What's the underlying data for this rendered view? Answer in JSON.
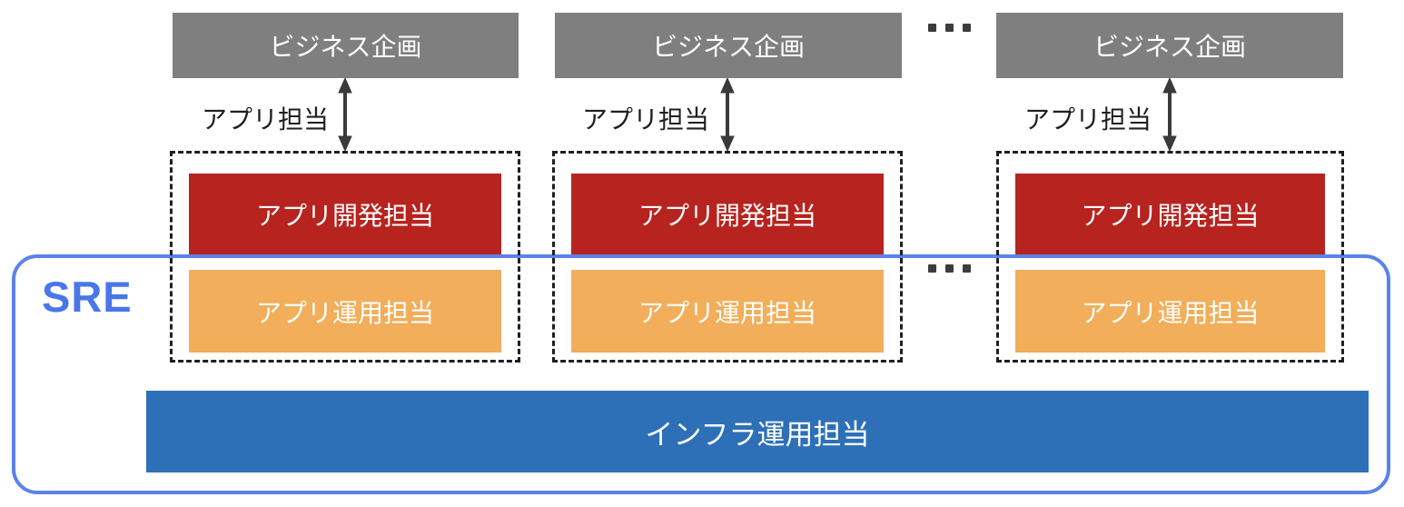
{
  "colors": {
    "gray": "#7F7F7F",
    "red": "#B7231F",
    "orange": "#F2AE5A",
    "infra-blue": "#2E70B7",
    "sre-border": "#5B82EA",
    "sre-text": "#4A76E8",
    "ink": "#1F1F1F",
    "arrow": "#3A3A3A",
    "dots": "#3C3C3C",
    "box-text": "#FFFFFF"
  },
  "sre": {
    "label": "SRE"
  },
  "infra": {
    "label": "インフラ運用担当"
  },
  "ellipsis": "…",
  "columns": [
    {
      "business": "ビジネス企画",
      "team": "アプリ担当",
      "dev": "アプリ開発担当",
      "ops": "アプリ運用担当"
    },
    {
      "business": "ビジネス企画",
      "team": "アプリ担当",
      "dev": "アプリ開発担当",
      "ops": "アプリ運用担当"
    },
    {
      "business": "ビジネス企画",
      "team": "アプリ担当",
      "dev": "アプリ開発担当",
      "ops": "アプリ運用担当"
    }
  ]
}
